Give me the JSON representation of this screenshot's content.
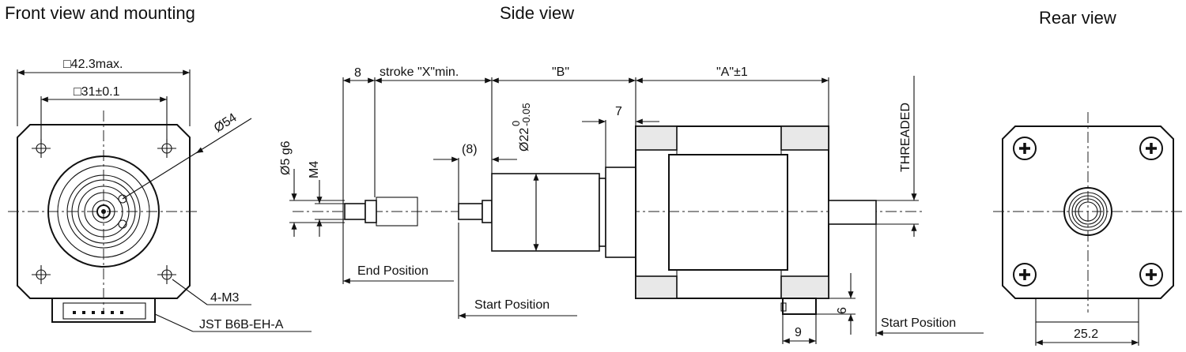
{
  "views": {
    "front": {
      "title": "Front view and mounting"
    },
    "side": {
      "title": "Side view"
    },
    "rear": {
      "title": "Rear view"
    }
  },
  "dimensions": {
    "front_max": "□42.3max.",
    "front_hole": "□31±0.1",
    "front_dia": "Ø54",
    "front_screws": "4-M3",
    "front_connector": "JST B6B-EH-A",
    "side_8": "8",
    "side_stroke": "stroke \"X\"min.",
    "side_B": "\"B\"",
    "side_A": "\"A\"±1",
    "side_7": "7",
    "side_paren8": "(8)",
    "side_dia22": "Ø22",
    "side_dia22_tol_upper": "0",
    "side_dia22_tol_lower": "-0.05",
    "side_dia5": "Ø5 g6",
    "side_m4": "M4",
    "side_threaded": "THREADED",
    "side_end_pos": "End Position",
    "side_start_pos": "Start Position",
    "side_start_pos_right": "Start Position",
    "side_6": "6",
    "side_9": "9",
    "rear_25": "25.2"
  }
}
